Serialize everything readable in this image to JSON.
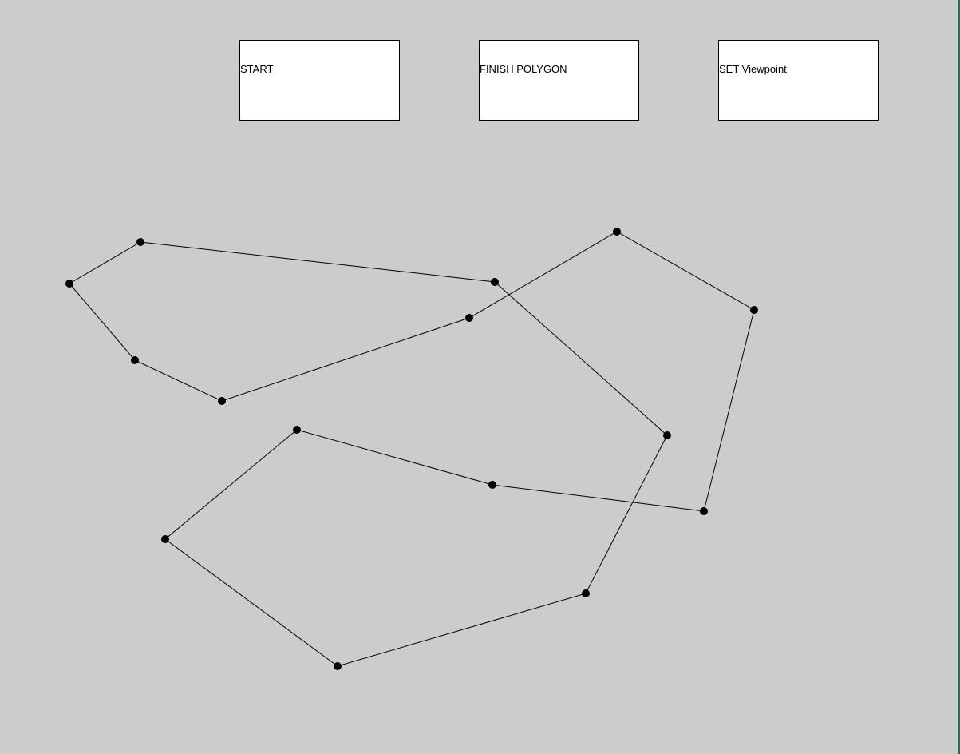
{
  "toolbar": {
    "start_label": "START",
    "finish_label": "FINISH POLYGON",
    "viewpoint_label": "SET Viewpoint"
  },
  "colors": {
    "background": "#cccccc",
    "button_fill": "#ffffff",
    "stroke": "#000000",
    "vertex": "#000000",
    "window_edge": "#2e6b55"
  },
  "icons": {
    "vertex": "filled-circle-vertex-icon"
  }
}
